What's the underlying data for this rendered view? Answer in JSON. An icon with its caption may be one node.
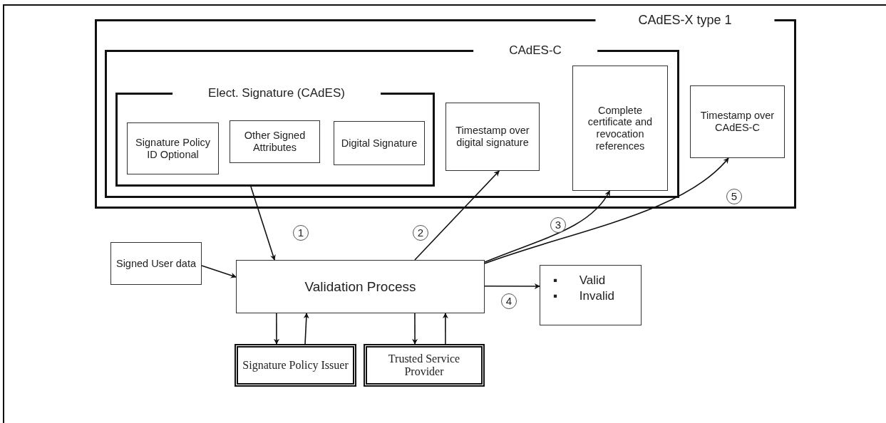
{
  "diagram": {
    "nodes": [
      {
        "text": [
          "CAdES-X type 1"
        ]
      },
      {
        "text": [
          "CAdES-C"
        ],
        "in": 0
      },
      {
        "text": [
          "Elect. Signature (CAdES)"
        ],
        "in": 1
      },
      {
        "text": [
          "Signature Policy ID Optional"
        ],
        "in": 2
      },
      {
        "text": [
          "Other Signed Attributes"
        ],
        "in": 2
      },
      {
        "text": [
          "Digital Signature"
        ],
        "in": 2
      },
      {
        "text": [
          "Timestamp over digital signature"
        ],
        "in": 1
      },
      {
        "text": [
          "Complete certificate and revocation references"
        ],
        "in": 1
      },
      {
        "text": [
          "Timestamp over CAdES-C"
        ],
        "in": 0
      },
      {
        "text": [
          "Signed User data"
        ]
      },
      {
        "text": [
          "Validation Process"
        ]
      },
      {
        "text": [
          "▪ Valid",
          "▪ Invalid"
        ]
      },
      {
        "text": [
          "Signature Policy Issuer"
        ]
      },
      {
        "text": [
          "Trusted Service Provider"
        ]
      }
    ],
    "edges": [
      {
        "from": 2,
        "to": 10,
        "arrow": "to",
        "label": "1"
      },
      {
        "from": 9,
        "to": 10,
        "arrow": "to"
      },
      {
        "from": 10,
        "to": 6,
        "arrow": "to",
        "label": "2"
      },
      {
        "from": 10,
        "to": 7,
        "arrow": "to",
        "label": "3"
      },
      {
        "from": 10,
        "to": 8,
        "arrow": "to",
        "label": "5"
      },
      {
        "from": 10,
        "to": 11,
        "arrow": "to",
        "label": "4"
      },
      {
        "from": 10,
        "to": 12,
        "arrow": "to"
      },
      {
        "from": 12,
        "to": 10,
        "arrow": "to"
      },
      {
        "from": 10,
        "to": 13,
        "arrow": "to"
      },
      {
        "from": 13,
        "to": 10,
        "arrow": "to"
      }
    ]
  }
}
